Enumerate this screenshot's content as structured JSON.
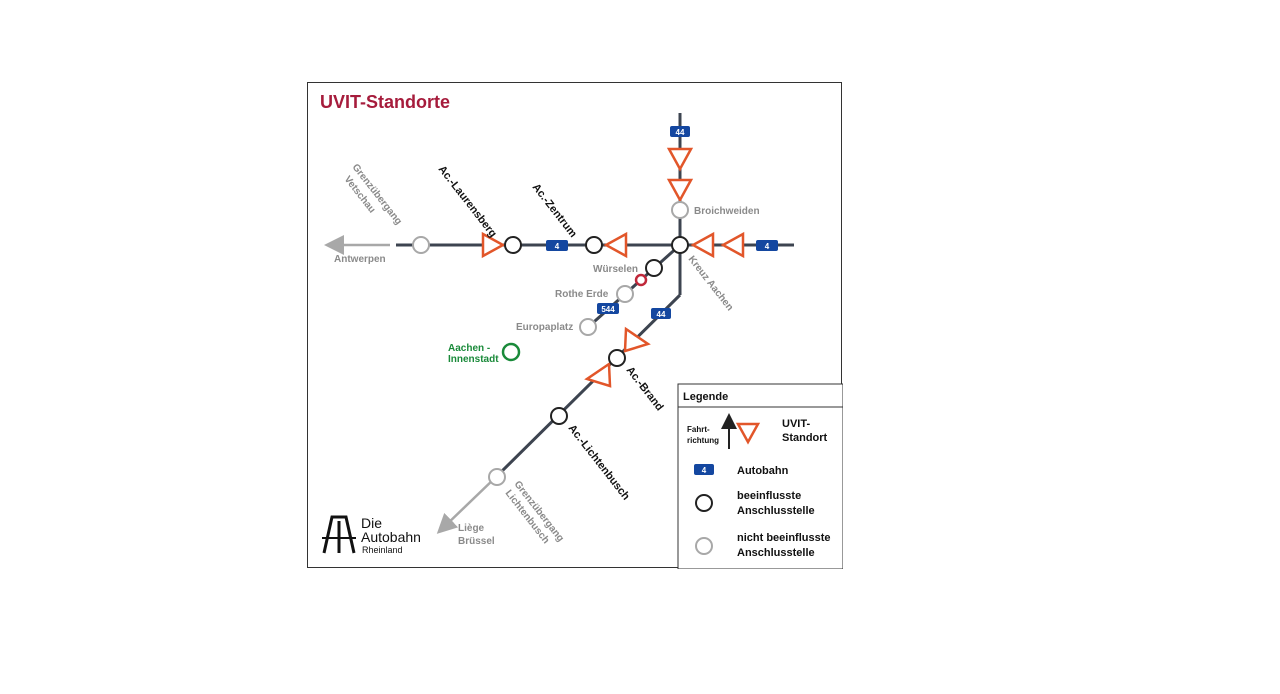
{
  "title": "UVIT-Standorte",
  "colors": {
    "road": "#3d4450",
    "triangle": "#e2562a",
    "affected": "#222222",
    "unaffected": "#a8a8a8",
    "highlight_red": "#c0283a",
    "green": "#1a8a3a",
    "shield": "#1447a0",
    "title": "#a61c3c"
  },
  "labels": {
    "grenzuebergang_vetschau": [
      "Grenzübergang",
      "Vetschau"
    ],
    "antwerpen": "Antwerpen",
    "laurensberg": "Ac.-Laurensberg",
    "zentrum": "Ac.-Zentrum",
    "broichweiden": "Broichweiden",
    "wuerselen": "Würselen",
    "kreuz_aachen": "Kreuz Aachen",
    "rothe_erde": "Rothe Erde",
    "europaplatz": "Europaplatz",
    "innenstadt": [
      "Aachen -",
      "Innenstadt"
    ],
    "brand": "Ac.-Brand",
    "lichtenbusch": "Ac.-Lichtenbusch",
    "grenzuebergang_lichtenbusch": [
      "Grenzübergang",
      "Lichtenbusch"
    ],
    "liege": "Liège",
    "bruessel": "Brüssel"
  },
  "shields": {
    "a4": "4",
    "a44": "44",
    "a544": "544"
  },
  "logo": {
    "line1": "Die",
    "line2": "Autobahn",
    "line3": "Rheinland"
  },
  "legend": {
    "heading": "Legende",
    "fahrtrichtung": [
      "Fahrt-",
      "richtung"
    ],
    "uvit": [
      "UVIT-",
      "Standort"
    ],
    "autobahn": "Autobahn",
    "shield": "4",
    "affected": [
      "beeinflusste",
      "Anschlusstelle"
    ],
    "unaffected": [
      "nicht beeinflusste",
      "Anschlusstelle"
    ]
  }
}
